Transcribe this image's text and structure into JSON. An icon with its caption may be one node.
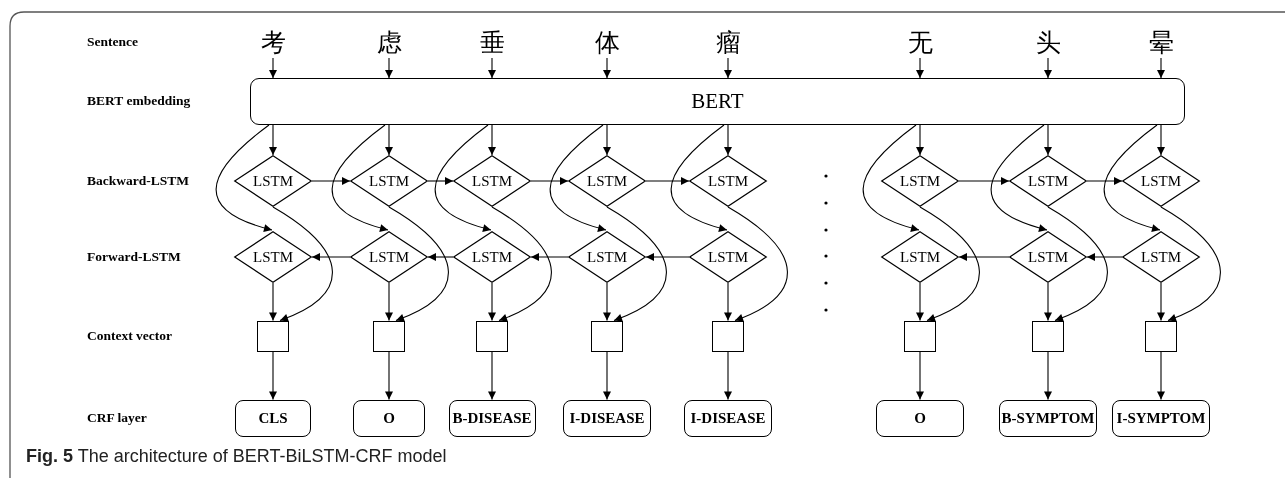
{
  "diagram": {
    "caption": "**Fig. 5** The architecture of BERT-BiLSTM-CRF model",
    "nodes": [
      {
        "text": [
          "考"
        ]
      },
      {
        "text": [
          "虑"
        ]
      },
      {
        "text": [
          "垂"
        ]
      },
      {
        "text": [
          "体"
        ]
      },
      {
        "text": [
          "瘤"
        ]
      },
      {
        "text": [
          "无"
        ]
      },
      {
        "text": [
          "头"
        ]
      },
      {
        "text": [
          "晕"
        ]
      },
      {
        "text": [
          "BERT"
        ]
      },
      {
        "text": [
          "LSTM"
        ]
      },
      {
        "text": [
          "LSTM"
        ]
      },
      {
        "text": [
          "LSTM"
        ]
      },
      {
        "text": [
          "LSTM"
        ]
      },
      {
        "text": [
          "LSTM"
        ]
      },
      {
        "text": [
          "LSTM"
        ]
      },
      {
        "text": [
          "LSTM"
        ]
      },
      {
        "text": [
          "LSTM"
        ]
      },
      {
        "text": [
          "LSTM"
        ]
      },
      {
        "text": [
          "LSTM"
        ]
      },
      {
        "text": [
          "LSTM"
        ]
      },
      {
        "text": [
          "LSTM"
        ]
      },
      {
        "text": [
          "LSTM"
        ]
      },
      {
        "text": [
          "LSTM"
        ]
      },
      {
        "text": [
          "LSTM"
        ]
      },
      {
        "text": [
          "LSTM"
        ]
      },
      {
        "text": [],
        "shape": "box"
      },
      {
        "text": [],
        "shape": "box"
      },
      {
        "text": [],
        "shape": "box"
      },
      {
        "text": [],
        "shape": "box"
      },
      {
        "text": [],
        "shape": "box"
      },
      {
        "text": [],
        "shape": "box"
      },
      {
        "text": [],
        "shape": "box"
      },
      {
        "text": [],
        "shape": "box"
      },
      {
        "text": [
          "CLS"
        ]
      },
      {
        "text": [
          "O"
        ]
      },
      {
        "text": [
          "B-DISEASE"
        ]
      },
      {
        "text": [
          "I-DISEASE"
        ]
      },
      {
        "text": [
          "I-DISEASE"
        ]
      },
      {
        "text": [
          "O"
        ]
      },
      {
        "text": [
          "B-SYMPTOM"
        ]
      },
      {
        "text": [
          "I-SYMPTOM"
        ]
      }
    ],
    "edges": [
      {
        "from": 0,
        "to": 8,
        "arrow": "to"
      },
      {
        "from": 1,
        "to": 8,
        "arrow": "to"
      },
      {
        "from": 2,
        "to": 8,
        "arrow": "to"
      },
      {
        "from": 3,
        "to": 8,
        "arrow": "to"
      },
      {
        "from": 4,
        "to": 8,
        "arrow": "to"
      },
      {
        "from": 5,
        "to": 8,
        "arrow": "to"
      },
      {
        "from": 6,
        "to": 8,
        "arrow": "to"
      },
      {
        "from": 7,
        "to": 8,
        "arrow": "to"
      },
      {
        "from": 8,
        "to": 9,
        "arrow": "to"
      },
      {
        "from": 8,
        "to": 10,
        "arrow": "to"
      },
      {
        "from": 8,
        "to": 11,
        "arrow": "to"
      },
      {
        "from": 8,
        "to": 12,
        "arrow": "to"
      },
      {
        "from": 8,
        "to": 13,
        "arrow": "to"
      },
      {
        "from": 8,
        "to": 14,
        "arrow": "to"
      },
      {
        "from": 8,
        "to": 15,
        "arrow": "to"
      },
      {
        "from": 8,
        "to": 16,
        "arrow": "to"
      },
      {
        "from": 8,
        "to": 17,
        "arrow": "to"
      },
      {
        "from": 8,
        "to": 18,
        "arrow": "to"
      },
      {
        "from": 8,
        "to": 19,
        "arrow": "to"
      },
      {
        "from": 8,
        "to": 20,
        "arrow": "to"
      },
      {
        "from": 8,
        "to": 21,
        "arrow": "to"
      },
      {
        "from": 8,
        "to": 22,
        "arrow": "to"
      },
      {
        "from": 8,
        "to": 23,
        "arrow": "to"
      },
      {
        "from": 8,
        "to": 24,
        "arrow": "to"
      },
      {
        "from": 9,
        "to": 10,
        "arrow": "to"
      },
      {
        "from": 10,
        "to": 11,
        "arrow": "to"
      },
      {
        "from": 11,
        "to": 12,
        "arrow": "to"
      },
      {
        "from": 12,
        "to": 13,
        "arrow": "to"
      },
      {
        "from": 14,
        "to": 15,
        "arrow": "to"
      },
      {
        "from": 15,
        "to": 16,
        "arrow": "to"
      },
      {
        "from": 18,
        "to": 17,
        "arrow": "to"
      },
      {
        "from": 19,
        "to": 18,
        "arrow": "to"
      },
      {
        "from": 20,
        "to": 19,
        "arrow": "to"
      },
      {
        "from": 21,
        "to": 20,
        "arrow": "to"
      },
      {
        "from": 23,
        "to": 22,
        "arrow": "to"
      },
      {
        "from": 24,
        "to": 23,
        "arrow": "to"
      },
      {
        "from": 9,
        "to": 25,
        "arrow": "to"
      },
      {
        "from": 10,
        "to": 26,
        "arrow": "to"
      },
      {
        "from": 11,
        "to": 27,
        "arrow": "to"
      },
      {
        "from": 12,
        "to": 28,
        "arrow": "to"
      },
      {
        "from": 13,
        "to": 29,
        "arrow": "to"
      },
      {
        "from": 14,
        "to": 30,
        "arrow": "to"
      },
      {
        "from": 15,
        "to": 31,
        "arrow": "to"
      },
      {
        "from": 16,
        "to": 32,
        "arrow": "to"
      },
      {
        "from": 17,
        "to": 25,
        "arrow": "to"
      },
      {
        "from": 18,
        "to": 26,
        "arrow": "to"
      },
      {
        "from": 19,
        "to": 27,
        "arrow": "to"
      },
      {
        "from": 20,
        "to": 28,
        "arrow": "to"
      },
      {
        "from": 21,
        "to": 29,
        "arrow": "to"
      },
      {
        "from": 22,
        "to": 30,
        "arrow": "to"
      },
      {
        "from": 23,
        "to": 31,
        "arrow": "to"
      },
      {
        "from": 24,
        "to": 32,
        "arrow": "to"
      },
      {
        "from": 25,
        "to": 33,
        "arrow": "to"
      },
      {
        "from": 26,
        "to": 34,
        "arrow": "to"
      },
      {
        "from": 27,
        "to": 35,
        "arrow": "to"
      },
      {
        "from": 28,
        "to": 36,
        "arrow": "to"
      },
      {
        "from": 29,
        "to": 37,
        "arrow": "to"
      },
      {
        "from": 30,
        "to": 38,
        "arrow": "to"
      },
      {
        "from": 31,
        "to": 39,
        "arrow": "to"
      },
      {
        "from": 32,
        "to": 40,
        "arrow": "to"
      }
    ],
    "labels": [
      "Sentence",
      "BERT embedding",
      "Backward-LSTM",
      "Forward-LSTM",
      "Context vector",
      "CRF layer"
    ]
  }
}
